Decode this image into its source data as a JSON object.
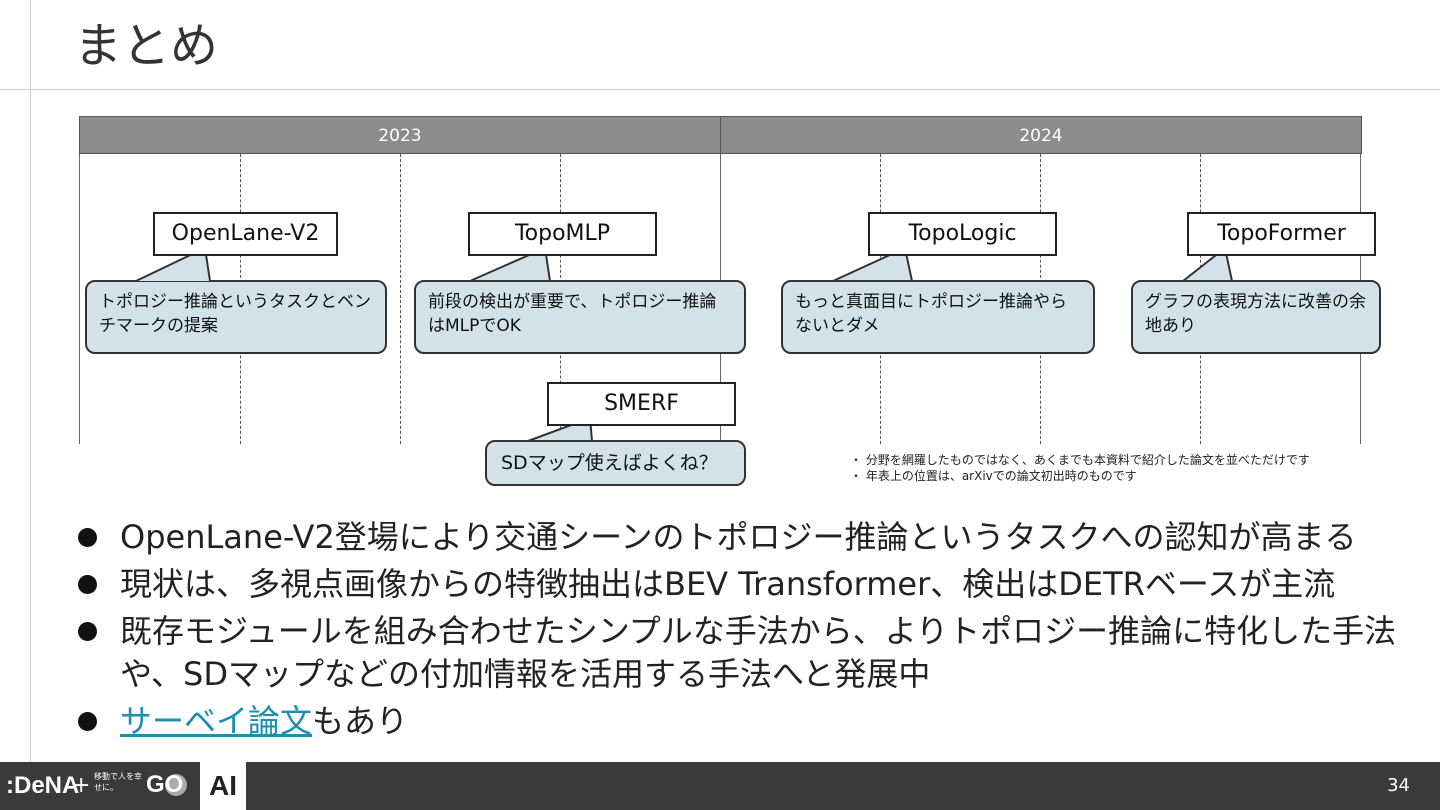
{
  "title": "まとめ",
  "timeline": {
    "years": [
      "2023",
      "2024"
    ],
    "papers": [
      {
        "name": "OpenLane-V2",
        "comment": "トポロジー推論というタスクとベンチマークの提案"
      },
      {
        "name": "TopoMLP",
        "comment": "前段の検出が重要で、トポロジー推論はMLPでOK"
      },
      {
        "name": "SMERF",
        "comment": "SDマップ使えばよくね？"
      },
      {
        "name": "TopoLogic",
        "comment": "もっと真面目にトポロジー推論やらないとダメ"
      },
      {
        "name": "TopoFormer",
        "comment": "グラフの表現方法に改善の余地あり"
      }
    ],
    "notes": [
      "分野を網羅したものではなく、あくまでも本資料で紹介した論文を並べただけです",
      "年表上の位置は、arXivでの論文初出時のものです"
    ]
  },
  "bullets": [
    "OpenLane-V2登場により交通シーンのトポロジー推論というタスクへの認知が高まる",
    "現状は、多視点画像からの特徴抽出はBEV Transformer、検出はDETRベースが主流",
    "既存モジュールを組み合わせたシンプルな手法から、よりトポロジー推論に特化した手法や、SDマップなどの付加情報を活用する手法へと発展中"
  ],
  "last_bullet": {
    "link_text": "サーベイ論文",
    "suffix": "もあり"
  },
  "footer": {
    "dena_logo": ":DeNA",
    "plus": "+",
    "slogan": "移動で人を幸せに。",
    "go_logo": "GO",
    "ai_label": "AI",
    "page_number": "34"
  },
  "colors": {
    "bubble": "#d3e2e9",
    "year_bar": "#8c8c8c",
    "link": "#1a8fb0",
    "footer": "#3a3a3a"
  }
}
